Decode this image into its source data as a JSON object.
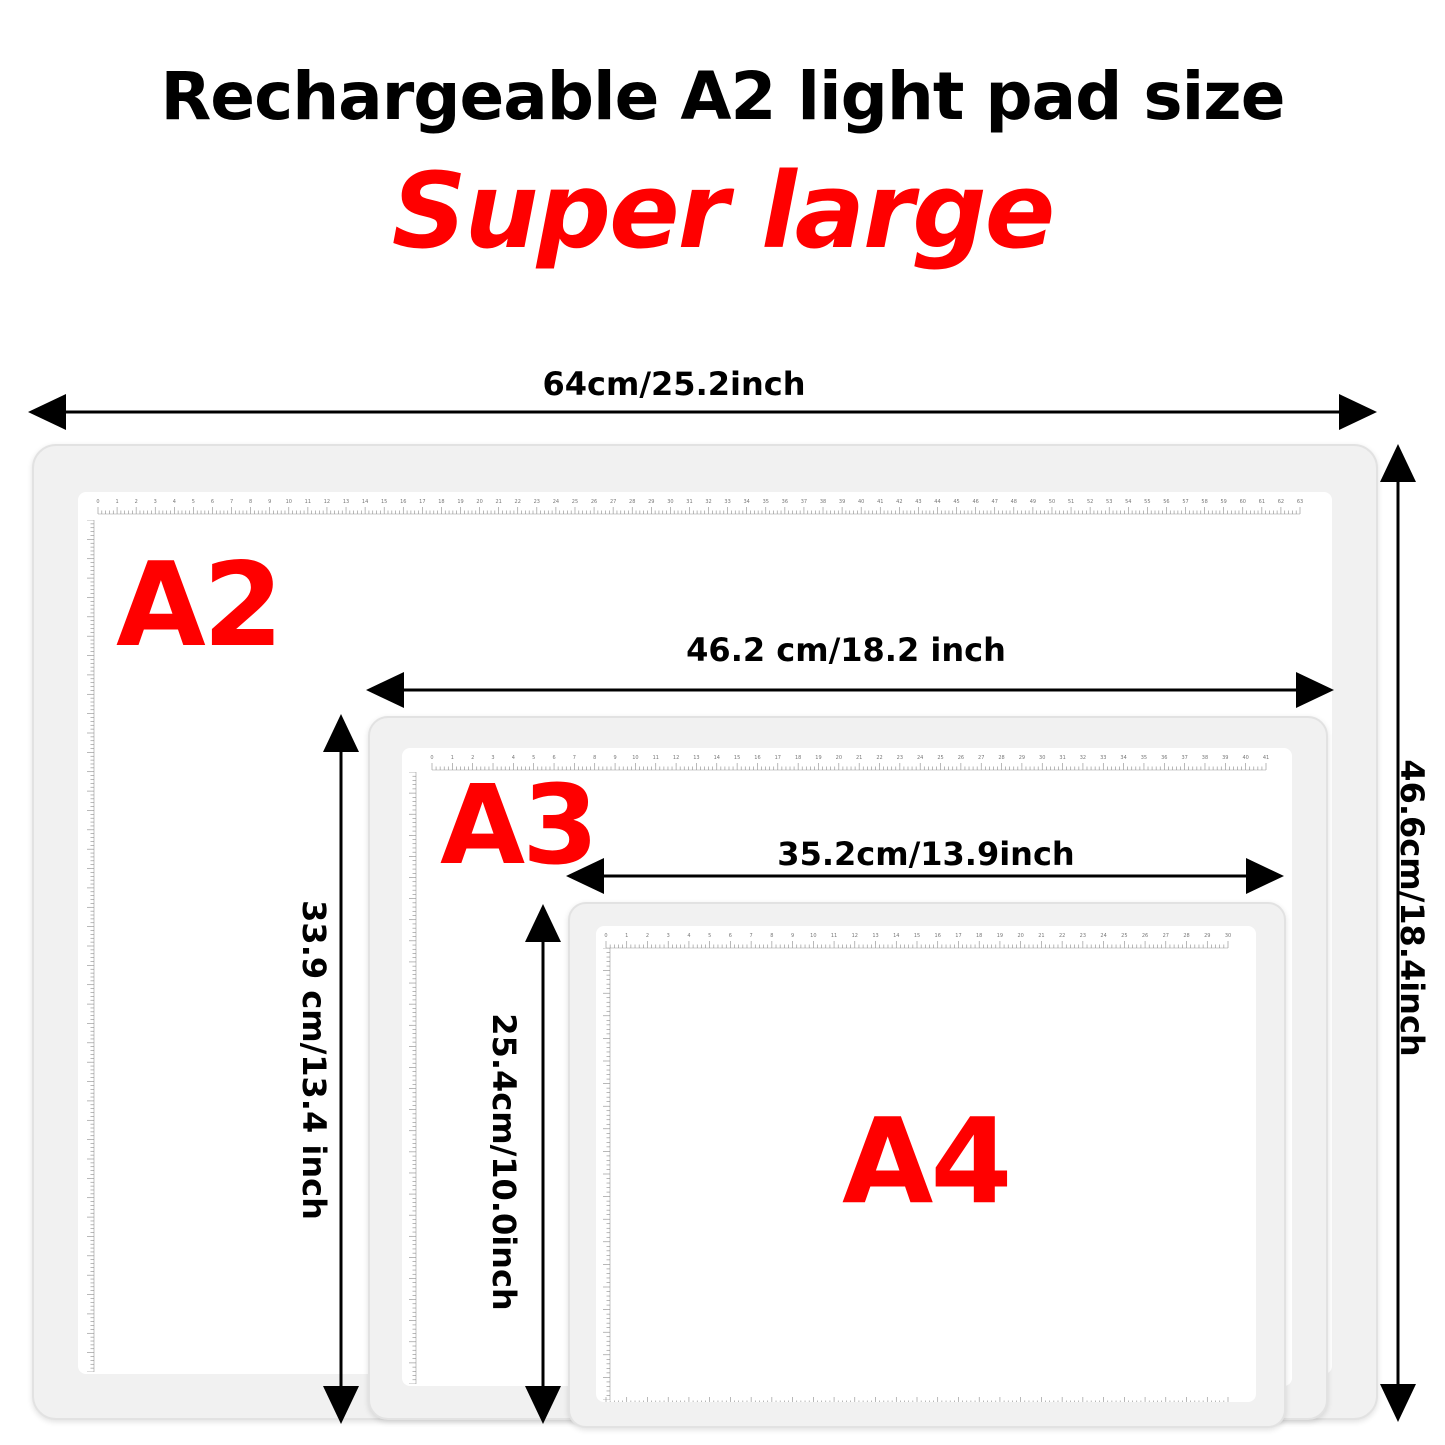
{
  "header": {
    "title": "Rechargeable A2 light pad size",
    "subtitle": "Super large"
  },
  "colors": {
    "accent": "#ff0000",
    "text": "#000000",
    "pad_frame": "#f1f1f1",
    "surface": "#ffffff"
  },
  "pads": {
    "a2": {
      "label": "A2",
      "width": "64cm/25.2inch",
      "height": "46.6cm/18.4inch"
    },
    "a3": {
      "label": "A3",
      "width": "46.2 cm/18.2 inch",
      "height": "33.9 cm/13.4 inch"
    },
    "a4": {
      "label": "A4",
      "width": "35.2cm/13.9inch",
      "height": "25.4cm/10.0inch"
    }
  },
  "rulers": {
    "unit": "cm",
    "a2_top_max": 63,
    "a3_top_max": 41,
    "a4_top_max": 30
  }
}
